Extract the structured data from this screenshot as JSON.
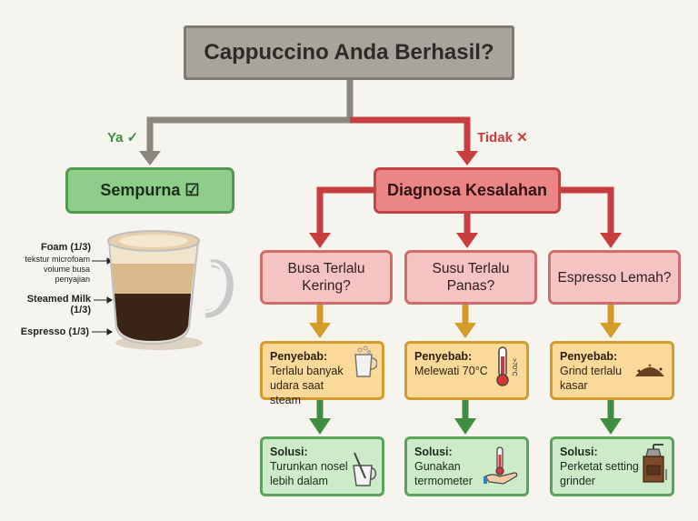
{
  "title": "Cappuccino Anda Berhasil?",
  "yes_label": "Ya ✓",
  "no_label": "Tidak ✕",
  "perfect": "Sempurna ☑",
  "diagnosis": "Diagnosa Kesalahan",
  "layers": {
    "foam": "Foam (1/3)",
    "foam_desc": "tekstur microfoam volume busa penyajian",
    "milk": "Steamed Milk (1/3)",
    "espresso": "Espresso (1/3)"
  },
  "branches": [
    {
      "question": "Busa Terlalu Kering?",
      "cause_label": "Penyebab:",
      "cause": "Terlalu banyak udara saat steam",
      "cause_icon": "milk-pitcher-icon",
      "solution_label": "Solusi:",
      "solution": "Turunkan nosel lebih dalam",
      "solution_icon": "steam-wand-pitcher-icon"
    },
    {
      "question": "Susu Terlalu Panas?",
      "cause_label": "Penyebab:",
      "cause": "Melewati 70°C",
      "cause_icon": "thermometer-icon",
      "cause_icon_text": ">70°C",
      "solution_label": "Solusi:",
      "solution": "Gunakan termometer",
      "solution_icon": "hand-thermometer-icon"
    },
    {
      "question": "Espresso Lemah?",
      "cause_label": "Penyebab:",
      "cause": "Grind terlalu kasar",
      "cause_icon": "coffee-grounds-icon",
      "solution_label": "Solusi:",
      "solution": "Perketat setting grinder",
      "solution_icon": "coffee-grinder-icon"
    }
  ],
  "colors": {
    "grey": "#8a877f",
    "red": "#c83d3d",
    "green": "#3e8e41",
    "orange": "#d49a2a"
  }
}
